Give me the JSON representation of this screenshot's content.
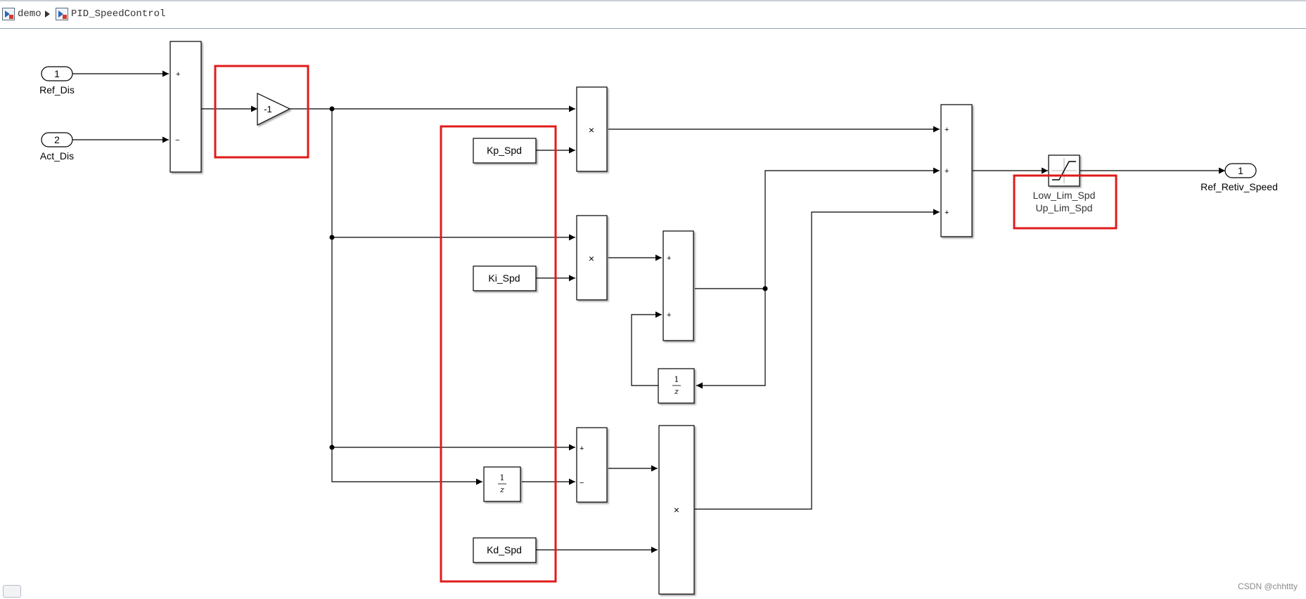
{
  "breadcrumb": {
    "root": "demo",
    "current": "PID_SpeedControl"
  },
  "ports": {
    "in1": {
      "number": "1",
      "name": "Ref_Dis"
    },
    "in2": {
      "number": "2",
      "name": "Act_Dis"
    },
    "out1": {
      "number": "1",
      "name": "Ref_Retiv_Speed"
    }
  },
  "blocks": {
    "gain": "-1",
    "kp": "Kp_Spd",
    "ki": "Ki_Spd",
    "kd": "Kd_Spd",
    "product_sign": "×",
    "delay_num": "1",
    "delay_den": "z",
    "plus": "+",
    "minus": "−",
    "saturation_lower": "Low_Lim_Spd",
    "saturation_upper": "Up_Lim_Spd"
  },
  "footer": {
    "watermark": "CSDN @chhttty"
  },
  "colors": {
    "highlight": "#e01b1b",
    "line": "#000000",
    "breadcrumb_text": "#333333"
  }
}
